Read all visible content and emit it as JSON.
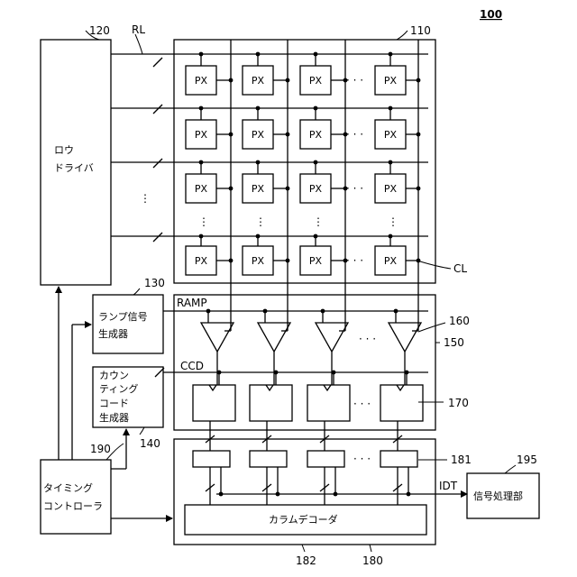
{
  "refs": {
    "r100": "100",
    "r110": "110",
    "r120": "120",
    "r130": "130",
    "r140": "140",
    "r150": "150",
    "r160": "160",
    "r170": "170",
    "r180": "180",
    "r181": "181",
    "r182": "182",
    "r190": "190",
    "r195": "195"
  },
  "labels": {
    "rl": "RL",
    "cl": "CL",
    "ramp": "RAMP",
    "ccd": "CCD",
    "idt": "IDT",
    "px": "PX",
    "hdots": "· · ·",
    "vdots": "⋮"
  },
  "blocks": {
    "row_driver_1": "ロウ",
    "row_driver_2": "ドライバ",
    "ramp_gen_1": "ランプ信号",
    "ramp_gen_2": "生成器",
    "counting_1": "カウン",
    "counting_2": "ティング",
    "counting_3": "コード",
    "counting_4": "生成器",
    "timing_1": "タイミング",
    "timing_2": "コントローラ",
    "column_decoder": "カラムデコーダ",
    "signal_proc": "信号処理部"
  }
}
